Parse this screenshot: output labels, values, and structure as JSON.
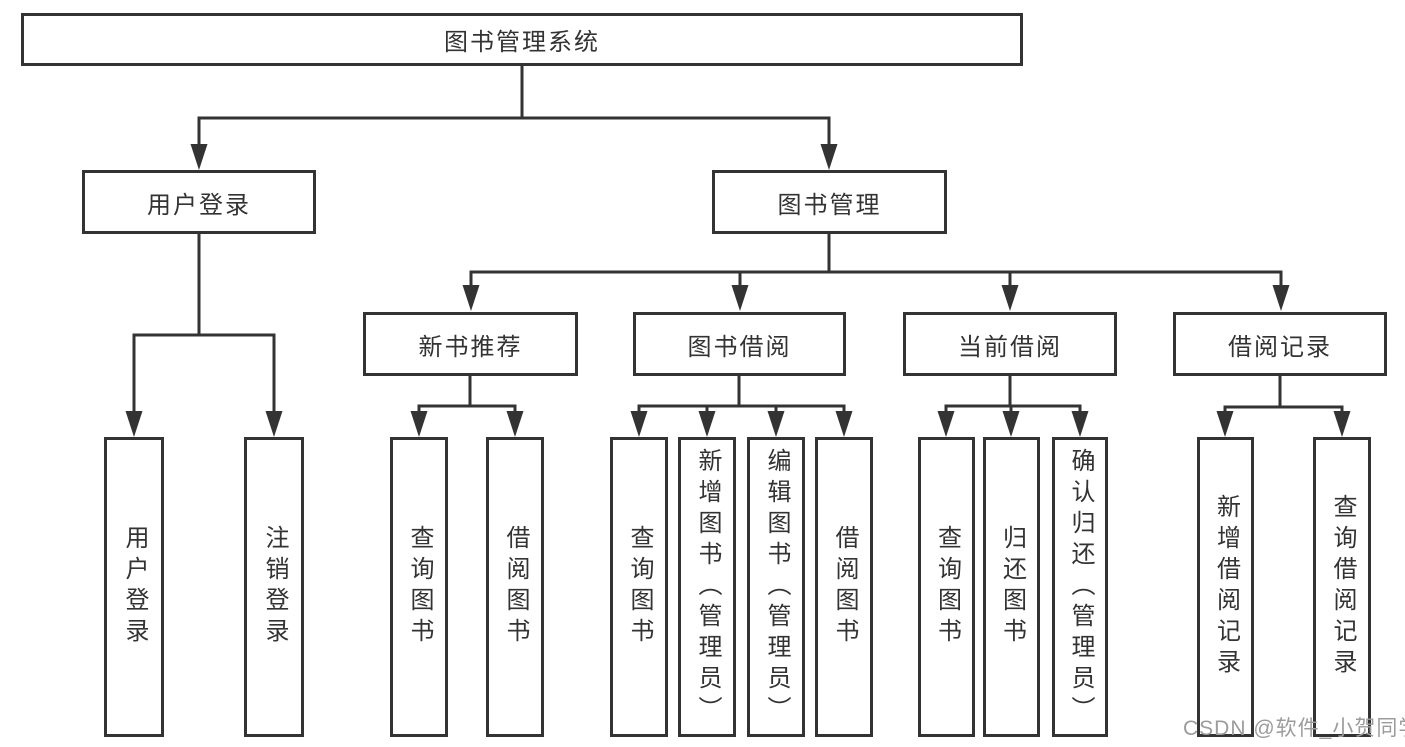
{
  "diagram_title": "图书管理系统",
  "nodes": {
    "root": "图书管理系统",
    "user_login": "用户登录",
    "book_mgmt": "图书管理",
    "new_book_rec": "新书推荐",
    "book_borrow": "图书借阅",
    "current_borrow": "当前借阅",
    "borrow_records": "借阅记录",
    "ul_user_login": "用户登录",
    "ul_logout": "注销登录",
    "nbr_query_books": "查询图书",
    "nbr_borrow_books": "借阅图书",
    "bb_query_books": "查询图书",
    "bb_add_books": "新增图书（管理员）",
    "bb_edit_books": "编辑图书（管理员）",
    "bb_borrow_books": "借阅图书",
    "cb_query_books": "查询图书",
    "cb_return_books": "归还图书",
    "cb_confirm_return": "确认归还（管理员）",
    "br_add_record": "新增借阅记录",
    "br_query_record": "查询借阅记录"
  },
  "hierarchy": {
    "图书管理系统": {
      "用户登录": [
        "用户登录",
        "注销登录"
      ],
      "图书管理": {
        "新书推荐": [
          "查询图书",
          "借阅图书"
        ],
        "图书借阅": [
          "查询图书",
          "新增图书（管理员）",
          "编辑图书（管理员）",
          "借阅图书"
        ],
        "当前借阅": [
          "查询图书",
          "归还图书",
          "确认归还（管理员）"
        ],
        "借阅记录": [
          "新增借阅记录",
          "查询借阅记录"
        ]
      }
    }
  },
  "watermark": "CSDN @软件_小贺同学",
  "colors": {
    "line": "#333333",
    "box_background": "#ffffff",
    "watermark": "#9c9c9c"
  }
}
